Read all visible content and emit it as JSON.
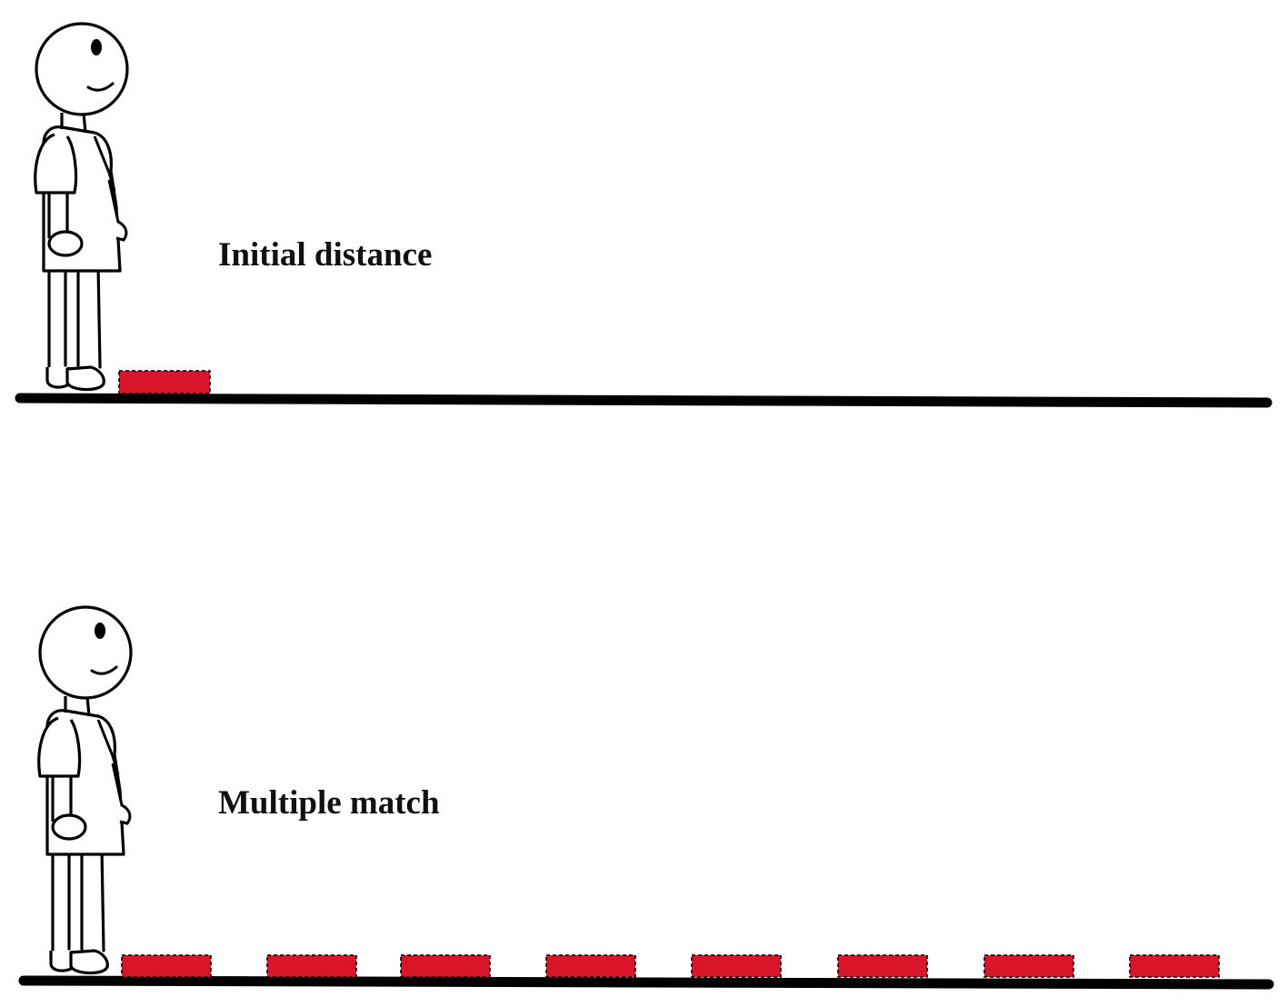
{
  "panels": [
    {
      "id": "initial",
      "label": "Initial distance",
      "marker_count": 1
    },
    {
      "id": "multiple",
      "label": "Multiple match",
      "marker_count": 8
    }
  ],
  "colors": {
    "marker_fill": "#d9152a",
    "ground": "#000000",
    "outline": "#000000",
    "background": "#ffffff"
  },
  "icons": {
    "figure": "standing-person-icon",
    "marker": "red-floor-marker-icon"
  }
}
